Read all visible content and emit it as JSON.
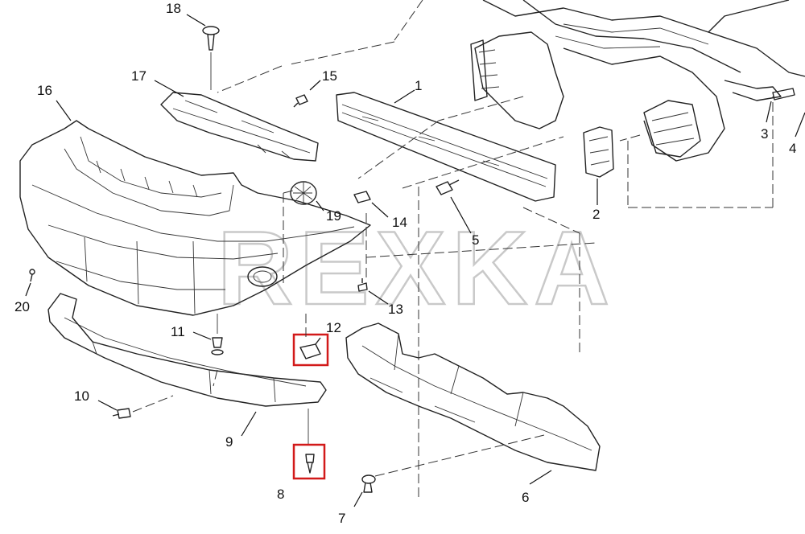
{
  "diagram": {
    "watermark": "REXKA",
    "callouts": [
      {
        "label": "1",
        "part": "impact-bar"
      },
      {
        "label": "2",
        "part": "bracket"
      },
      {
        "label": "3",
        "part": "bracket-small"
      },
      {
        "label": "4",
        "part": "rod"
      },
      {
        "label": "5",
        "part": "bolt"
      },
      {
        "label": "6",
        "part": "energy-absorber"
      },
      {
        "label": "7",
        "part": "push-pin"
      },
      {
        "label": "8",
        "part": "screw"
      },
      {
        "label": "9",
        "part": "lower-deflector"
      },
      {
        "label": "10",
        "part": "push-pin"
      },
      {
        "label": "11",
        "part": "push-pin"
      },
      {
        "label": "12",
        "part": "clip"
      },
      {
        "label": "13",
        "part": "push-pin"
      },
      {
        "label": "14",
        "part": "clip"
      },
      {
        "label": "15",
        "part": "screw"
      },
      {
        "label": "16",
        "part": "bumper-fascia"
      },
      {
        "label": "17",
        "part": "grille-bracket"
      },
      {
        "label": "18",
        "part": "push-pin"
      },
      {
        "label": "19",
        "part": "fog-lamp-cover"
      },
      {
        "label": "20",
        "part": "push-pin"
      }
    ],
    "highlight_color": "#d21a1a",
    "highlighted": [
      "12",
      "8"
    ]
  }
}
